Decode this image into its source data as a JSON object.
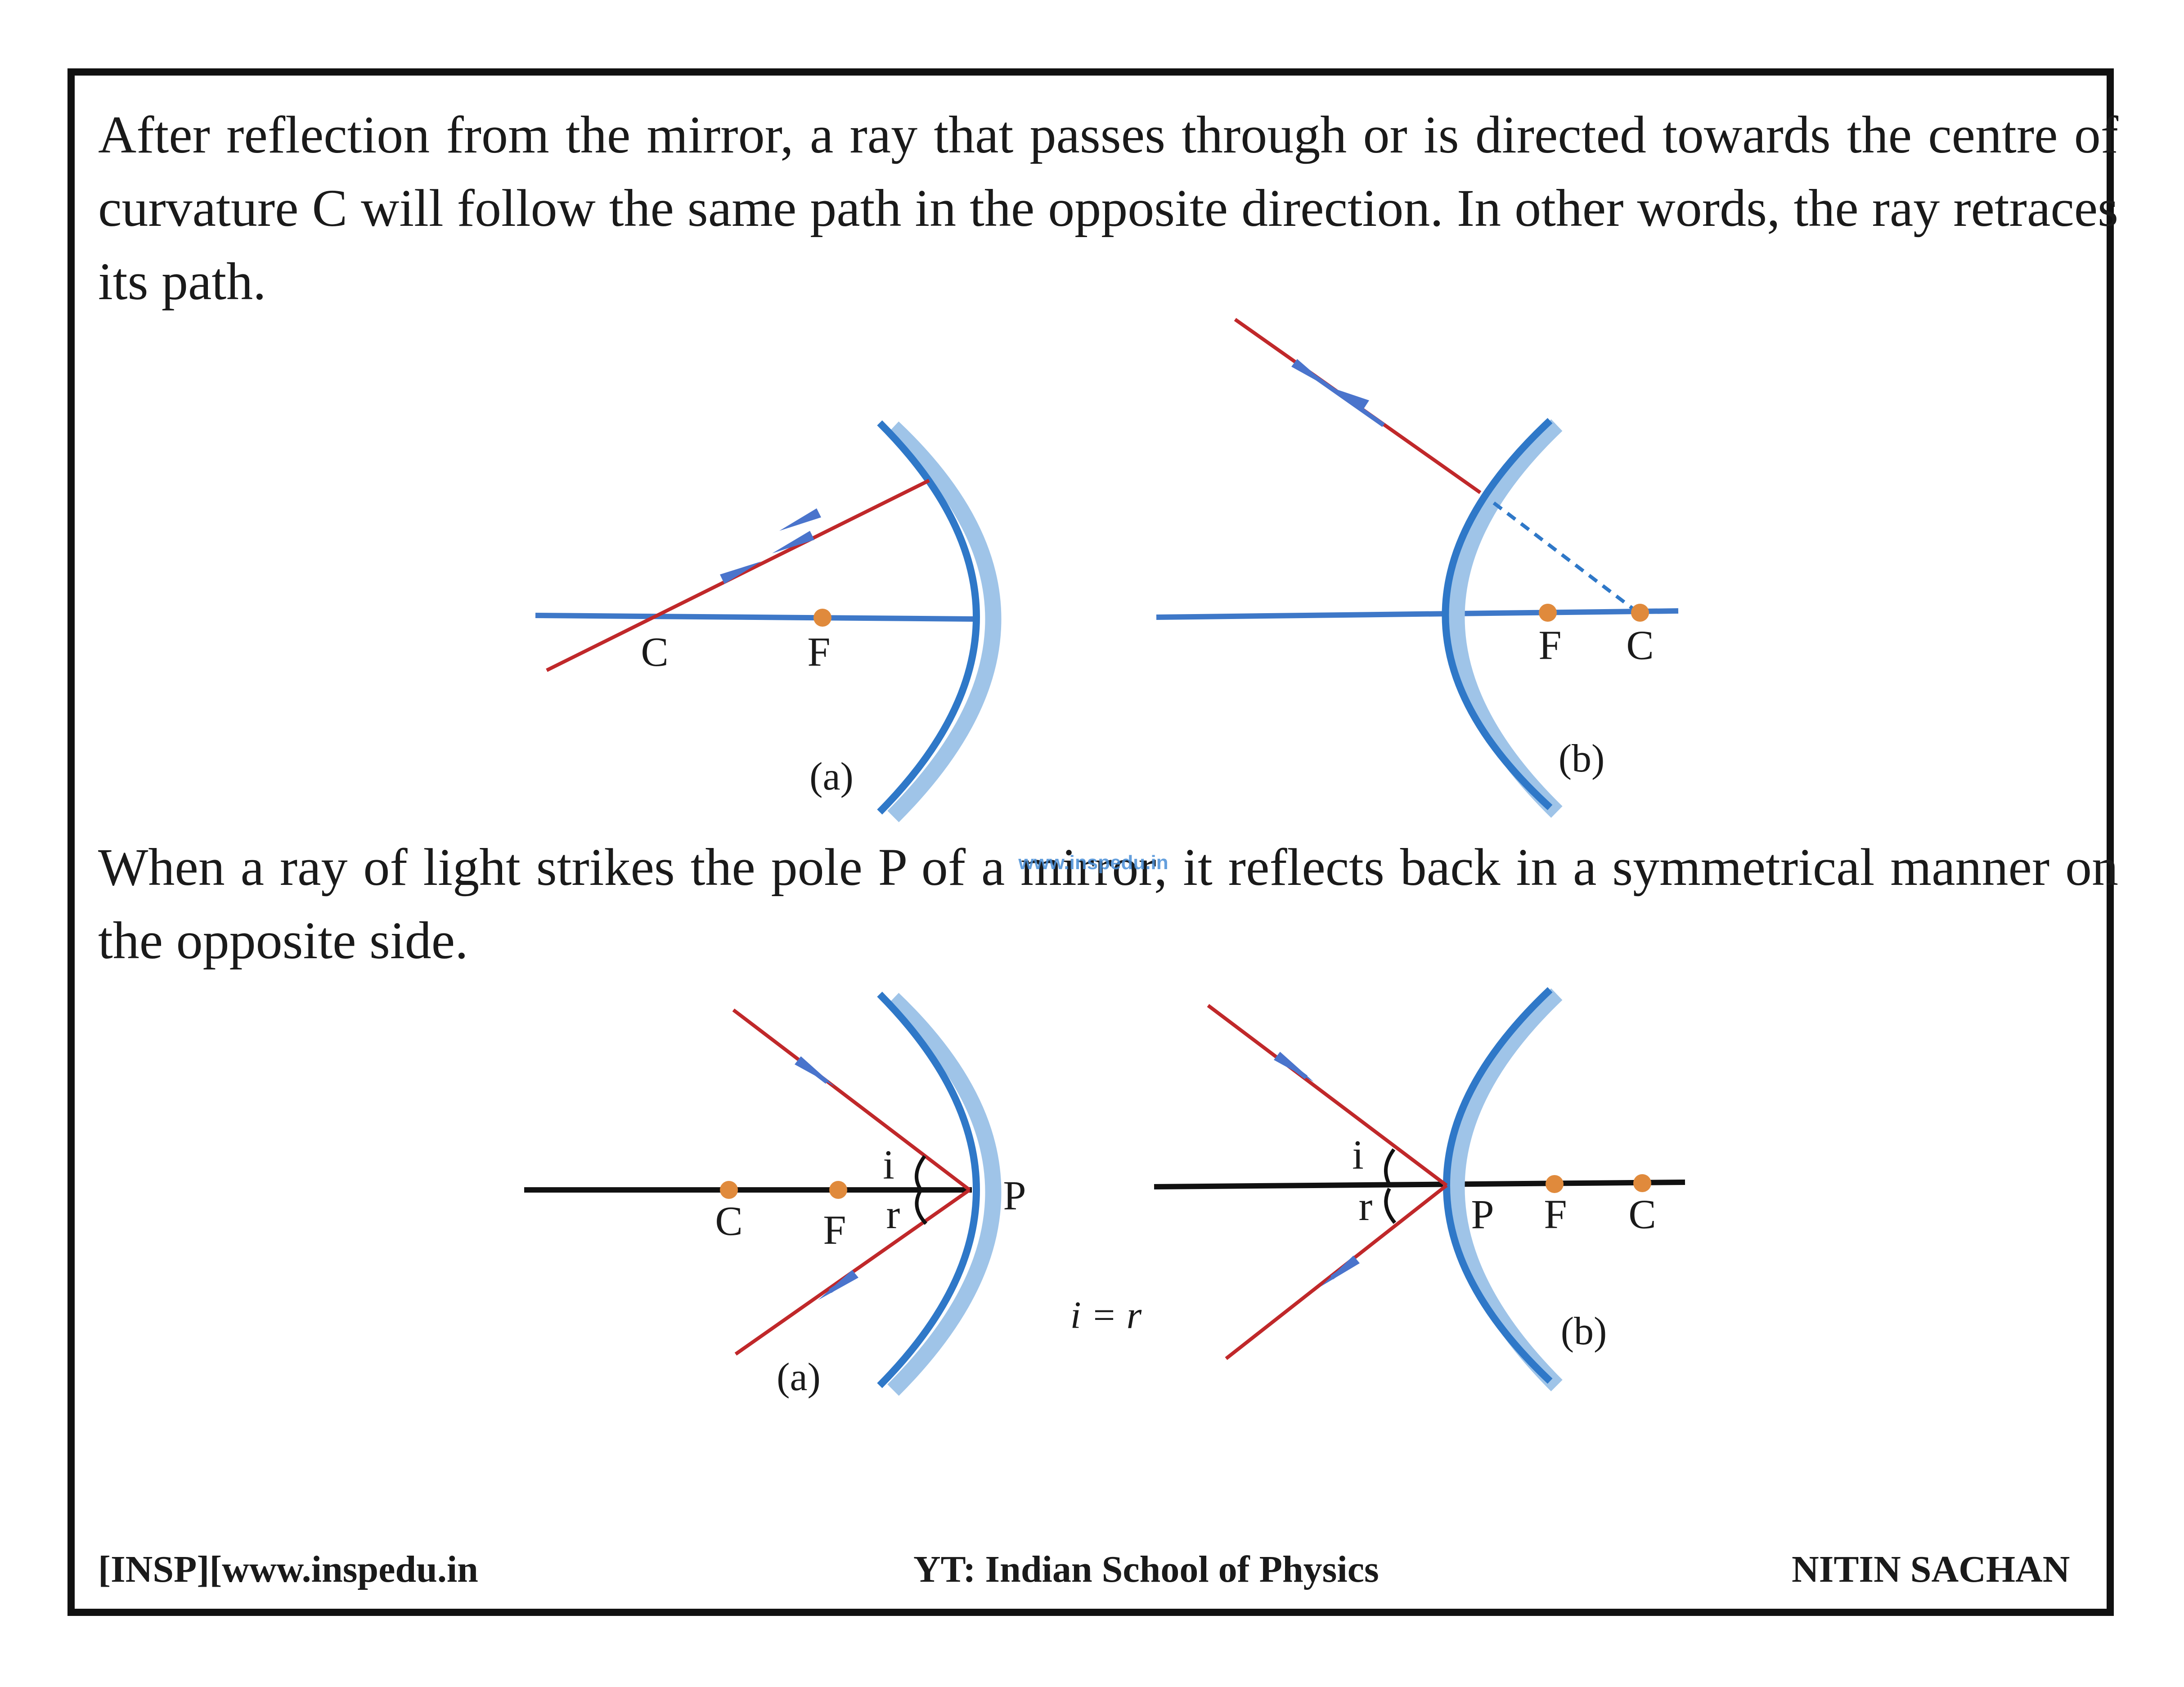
{
  "paragraphs": {
    "p1": "After reflection from the mirror, a ray that passes through or is directed towards the centre of curvature C will follow the same path in the opposite direction. In other words, the ray retraces its path.",
    "p2": "When a ray of light strikes the pole P of a mirror, it reflects back in a symmetrical manner on the opposite side."
  },
  "watermark": "www.inspedu.in",
  "figure_top": {
    "a": {
      "labels": {
        "c": "C",
        "f": "F"
      },
      "caption": "(a)"
    },
    "b": {
      "labels": {
        "f": "F",
        "c": "C"
      },
      "caption": "(b)"
    }
  },
  "figure_bottom": {
    "a": {
      "labels": {
        "c": "C",
        "f": "F",
        "p": "P",
        "i": "i",
        "r": "r"
      },
      "caption": "(a)"
    },
    "equation": "i = r",
    "b": {
      "labels": {
        "i": "i",
        "r": "r",
        "p": "P",
        "f": "F",
        "c": "C"
      },
      "caption": "(b)"
    }
  },
  "footer": {
    "left": "[INSP][www.inspedu.in",
    "center": "YT: Indian School of Physics",
    "right": "NITIN SACHAN"
  },
  "colors": {
    "mirror_surface": "#2f78c8",
    "mirror_back": "#9fc4e8",
    "principal_axis": "#3e78c8",
    "ray": "#c0282a",
    "arrow": "#4a74cc",
    "point": "#e08a3c",
    "black_axis": "#111111"
  }
}
